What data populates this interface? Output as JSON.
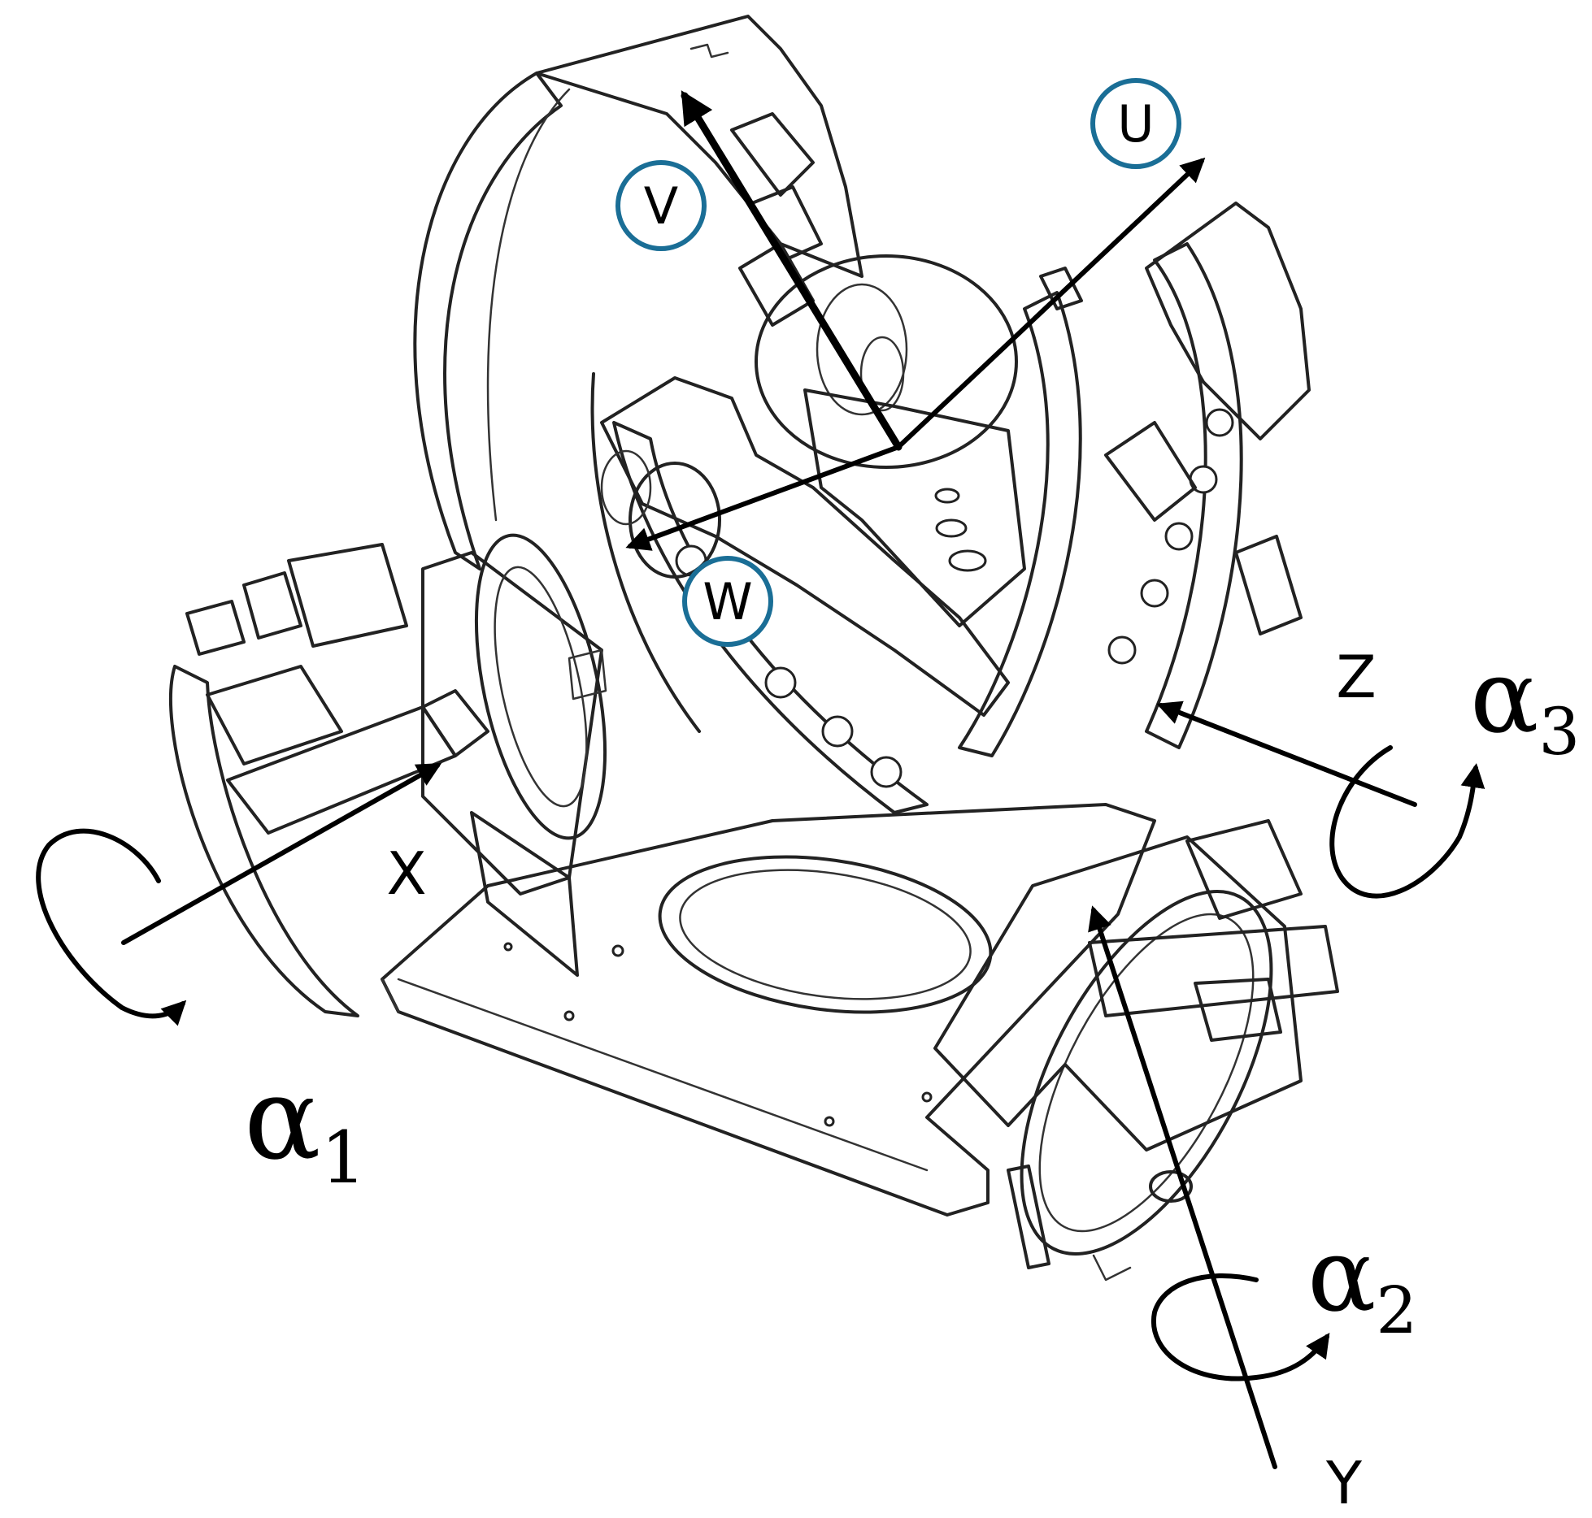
{
  "colors": {
    "circle_stroke": "#1a6e96",
    "ink": "#000000"
  },
  "labels": {
    "u": "U",
    "v": "V",
    "w": "W",
    "x": "X",
    "y": "Y",
    "z": "Z",
    "alpha_symbol": "α",
    "alpha1_sub": "1",
    "alpha2_sub": "2",
    "alpha3_sub": "3"
  }
}
